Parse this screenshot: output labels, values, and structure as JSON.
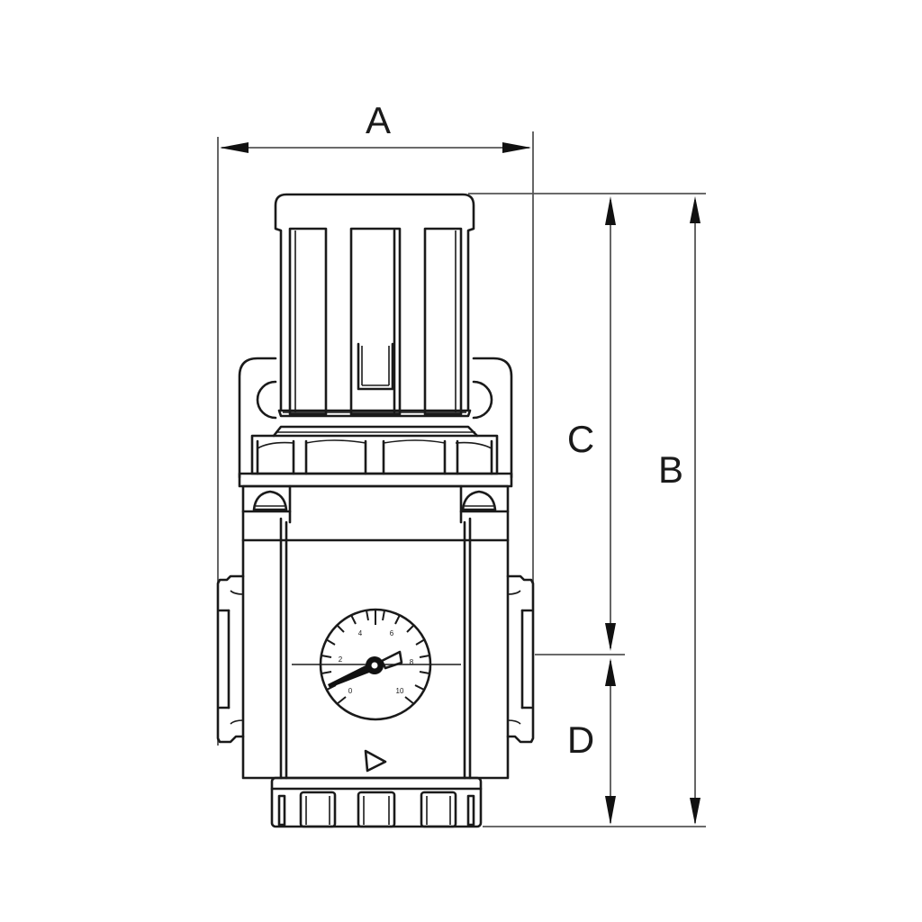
{
  "drawing": {
    "subject": "Pneumatic pressure regulator with gauge - dimension drawing",
    "colors": {
      "line": "#1a1a1a",
      "dimension_line": "#555555",
      "background": "#ffffff"
    }
  },
  "dimensions": {
    "A": {
      "label": "A",
      "orientation": "horizontal",
      "meaning": "overall width"
    },
    "B": {
      "label": "B",
      "orientation": "vertical",
      "meaning": "overall height"
    },
    "C": {
      "label": "C",
      "orientation": "vertical",
      "meaning": "top of knob to port centerline"
    },
    "D": {
      "label": "D",
      "orientation": "vertical",
      "meaning": "port centerline to bottom"
    }
  },
  "gauge": {
    "scale_labels": [
      "0",
      "2",
      "4",
      "6",
      "8",
      "10"
    ]
  },
  "flow_direction_icon": "triangle-arrow-right"
}
